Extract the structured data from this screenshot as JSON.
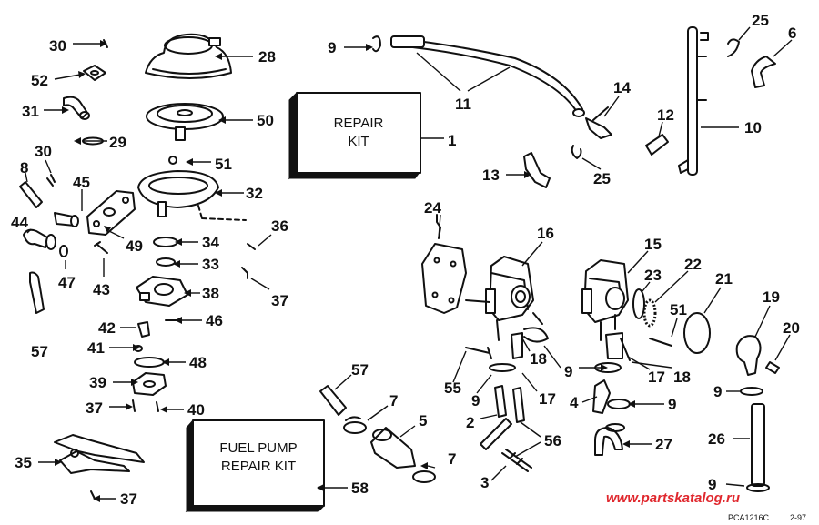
{
  "callouts": {
    "c1": "1",
    "c2": "2",
    "c3": "3",
    "c4": "4",
    "c5": "5",
    "c6": "6",
    "c7a": "7",
    "c7b": "7",
    "c8": "8",
    "c9a": "9",
    "c9b": "9",
    "c9c": "9",
    "c9d": "9",
    "c9e": "9",
    "c9f": "9",
    "c10": "10",
    "c11": "11",
    "c12": "12",
    "c13": "13",
    "c14": "14",
    "c15": "15",
    "c16": "16",
    "c17a": "17",
    "c17b": "17",
    "c18a": "18",
    "c18b": "18",
    "c19": "19",
    "c20": "20",
    "c21": "21",
    "c22": "22",
    "c23": "23",
    "c24": "24",
    "c25a": "25",
    "c25b": "25",
    "c26": "26",
    "c27": "27",
    "c28": "28",
    "c29": "29",
    "c30a": "30",
    "c30b": "30",
    "c31": "31",
    "c32": "32",
    "c33": "33",
    "c34": "34",
    "c35": "35",
    "c36": "36",
    "c37a": "37",
    "c37b": "37",
    "c37c": "37",
    "c38": "38",
    "c39": "39",
    "c40": "40",
    "c41": "41",
    "c42": "42",
    "c43": "43",
    "c44": "44",
    "c45": "45",
    "c46": "46",
    "c47": "47",
    "c48": "48",
    "c49": "49",
    "c50": "50",
    "c51a": "51",
    "c51b": "51",
    "c52": "52",
    "c55": "55",
    "c56": "56",
    "c57a": "57",
    "c57b": "57",
    "c58": "58"
  },
  "kits": {
    "repair_line1": "REPAIR",
    "repair_line2": "KIT",
    "pump_line1": "FUEL PUMP",
    "pump_line2": "REPAIR KIT"
  },
  "footer": {
    "watermark": "www.partskatalog.ru",
    "code": "PCA1216C",
    "date": "2-97"
  }
}
